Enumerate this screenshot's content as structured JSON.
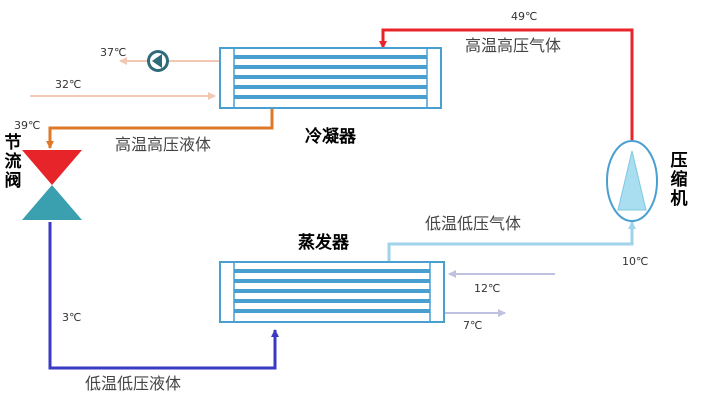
{
  "labels": {
    "condenser": "冷凝器",
    "evaporator": "蒸发器",
    "compressor": [
      "压",
      "缩",
      "机"
    ],
    "valve": [
      "节",
      "流",
      "阀"
    ],
    "hp_gas": "高温高压气体",
    "hp_liquid": "高温高压液体",
    "lp_gas": "低温低压气体",
    "lp_liquid": "低温低压液体"
  },
  "temperatures": {
    "comp_out": "49℃",
    "pump_water": "37℃",
    "cond_water_in": "32℃",
    "valve_in": "39℃",
    "evap_water_in": "12℃",
    "evap_water_out": "7℃",
    "valve_out": "3℃",
    "comp_in": "10℃"
  },
  "colors": {
    "hot_gas": "#e8242b",
    "hot_liquid": "#e0782a",
    "cold_liquid": "#3a3ac4",
    "cold_gas": "#9fd3ea",
    "hx_border": "#4a9fd1",
    "hx_tubes": "#4a9fd1",
    "valve_top": "#e8242b",
    "valve_bottom": "#3aa0b0",
    "compressor_fill": "#a8def0",
    "pump_icon": "#2d6b78",
    "water_warm": "#f0c8b4",
    "water_cool": "#c0c0e0"
  }
}
